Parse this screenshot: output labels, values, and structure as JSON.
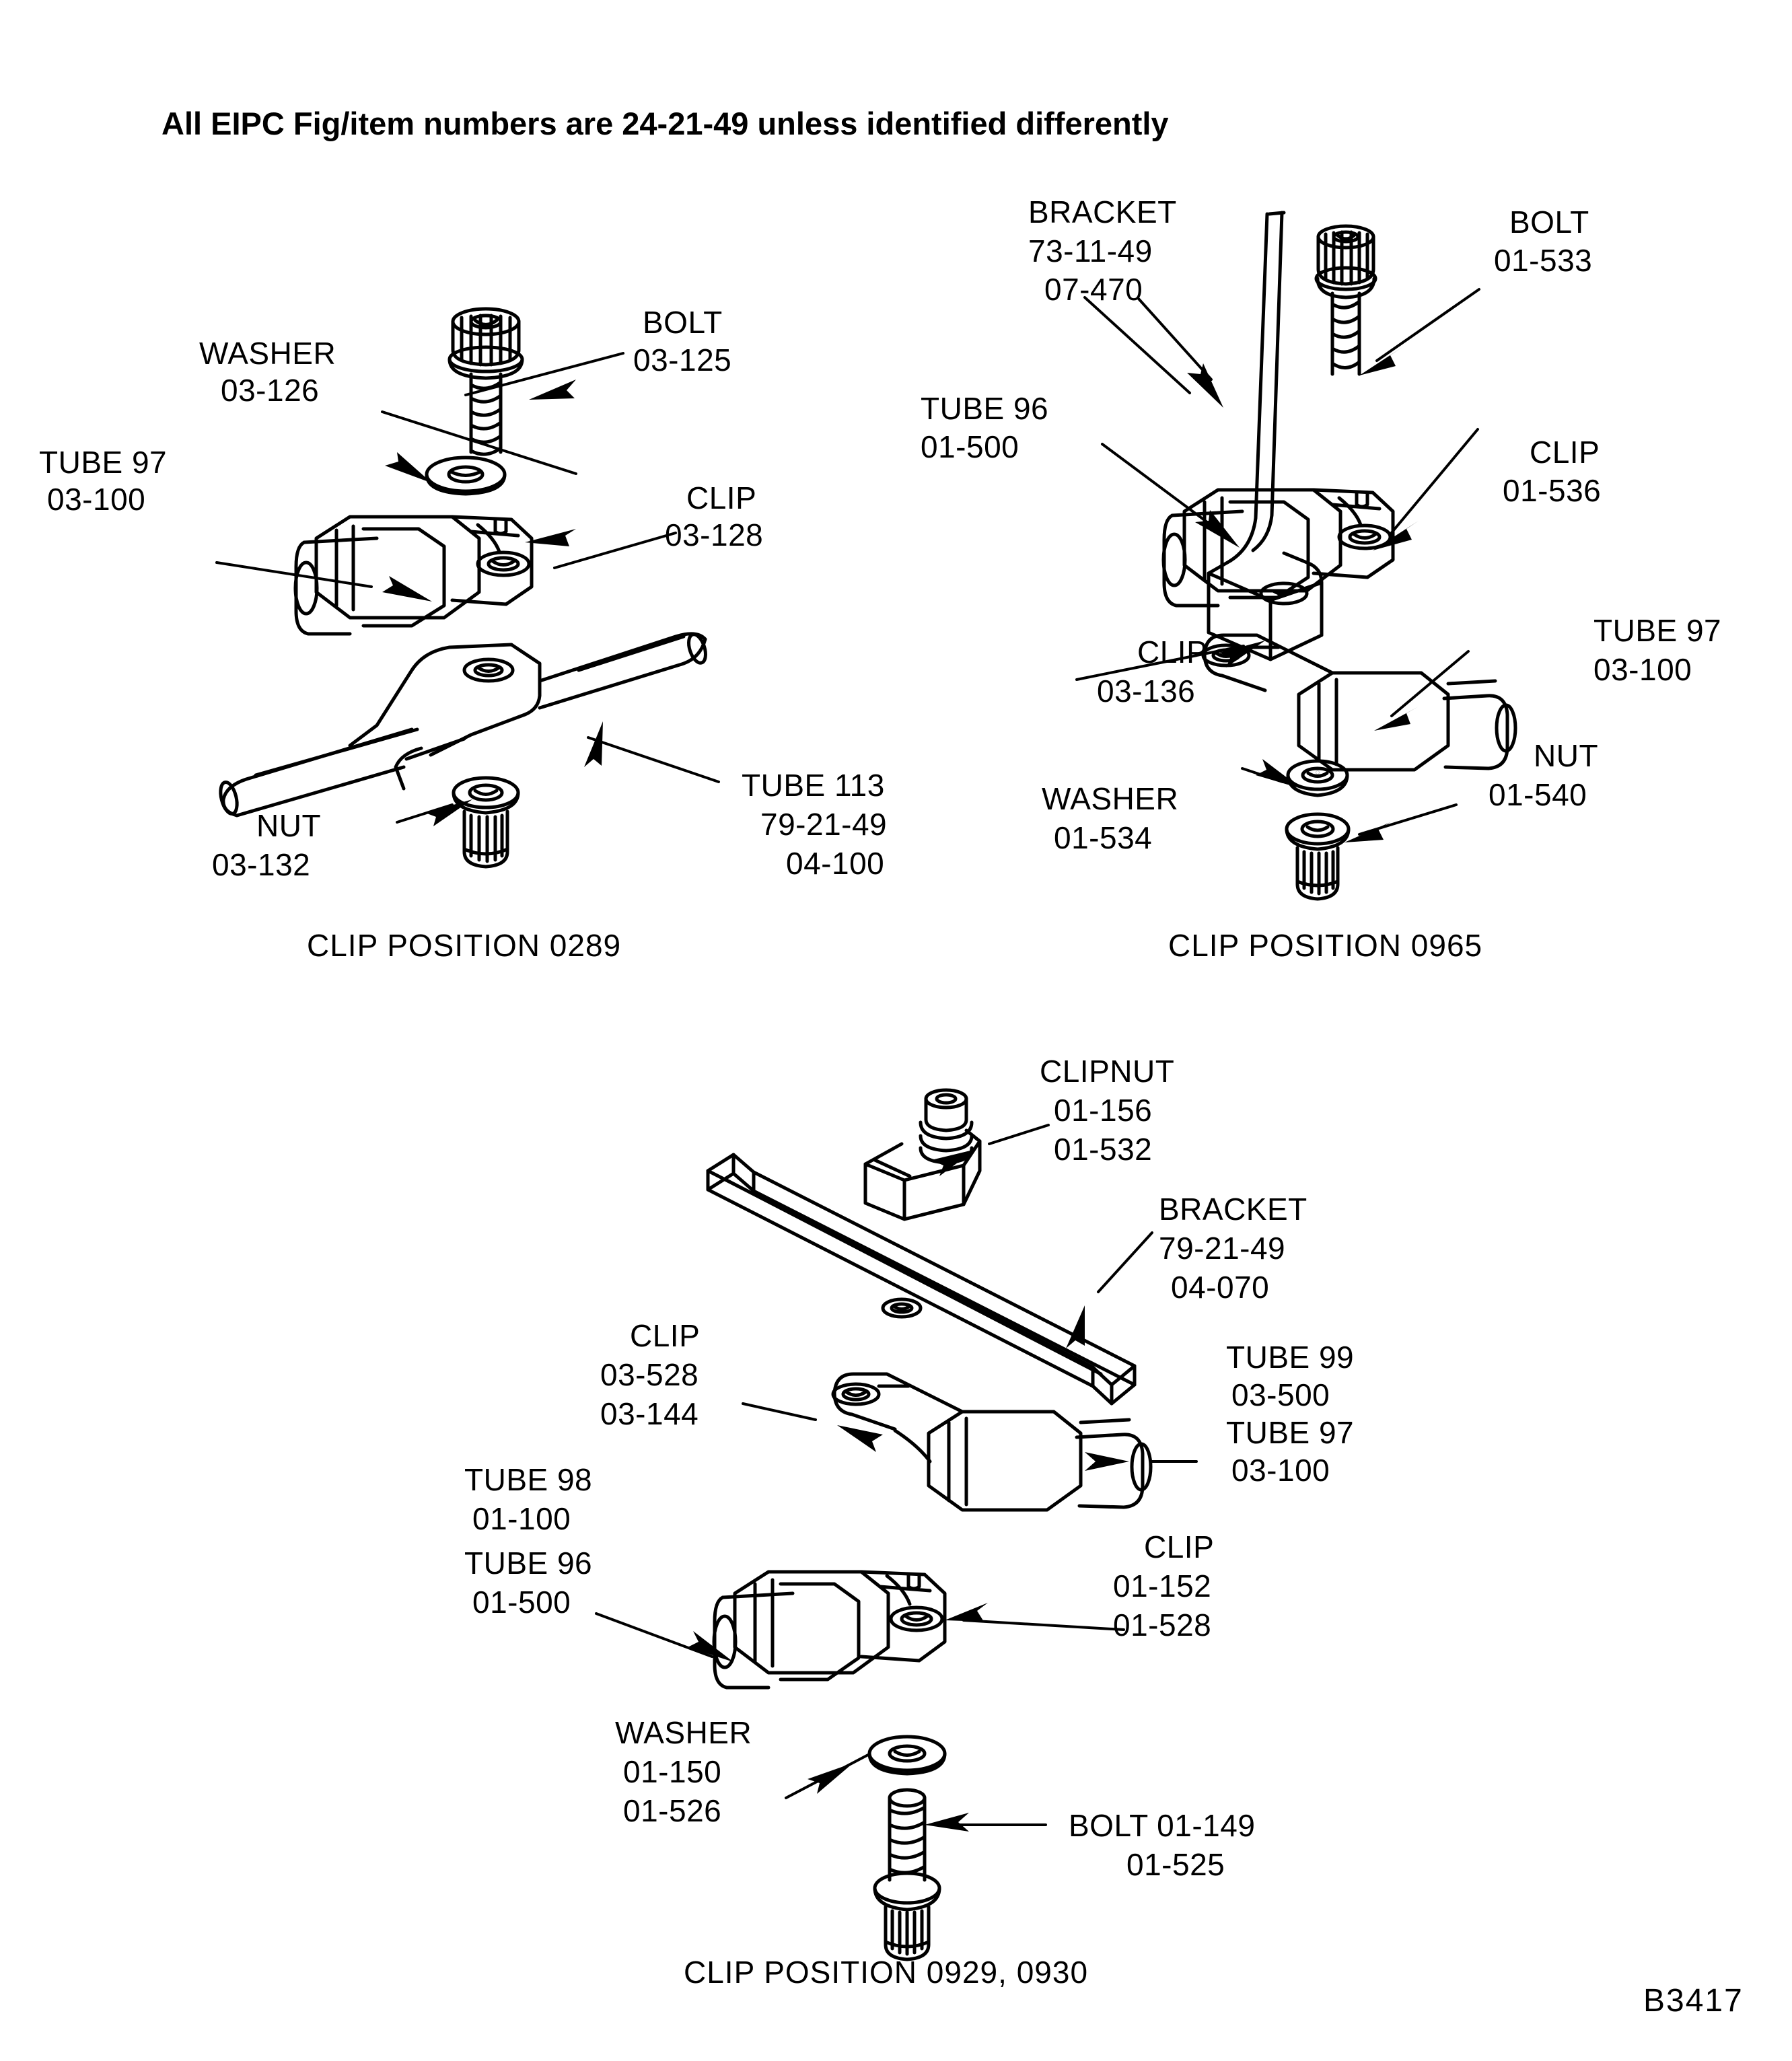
{
  "sheet": {
    "header_note": "All EIPC Fig/item numbers are 24-21-49 unless identified differently",
    "sheet_code": "B3417"
  },
  "diagrams": [
    {
      "id": "clip-position-0289",
      "caption": "CLIP POSITION 0289",
      "callouts": [
        {
          "name": "washer",
          "lines": [
            "WASHER",
            "03-126"
          ]
        },
        {
          "name": "bolt",
          "lines": [
            "BOLT",
            "03-125"
          ]
        },
        {
          "name": "tube-97",
          "lines": [
            "TUBE 97",
            "03-100"
          ]
        },
        {
          "name": "clip",
          "lines": [
            "CLIP",
            "03-128"
          ]
        },
        {
          "name": "nut",
          "lines": [
            "NUT",
            "03-132"
          ]
        },
        {
          "name": "tube-113",
          "lines": [
            "TUBE 113",
            "79-21-49",
            "04-100"
          ]
        }
      ]
    },
    {
      "id": "clip-position-0965",
      "caption": "CLIP POSITION 0965",
      "callouts": [
        {
          "name": "bracket",
          "lines": [
            "BRACKET",
            "73-11-49",
            "07-470"
          ]
        },
        {
          "name": "bolt",
          "lines": [
            "BOLT",
            "01-533"
          ]
        },
        {
          "name": "tube-96",
          "lines": [
            "TUBE 96",
            "01-500"
          ]
        },
        {
          "name": "clip-upper",
          "lines": [
            "CLIP",
            "01-536"
          ]
        },
        {
          "name": "clip-lower",
          "lines": [
            "CLIP",
            "03-136"
          ]
        },
        {
          "name": "tube-97",
          "lines": [
            "TUBE 97",
            "03-100"
          ]
        },
        {
          "name": "washer",
          "lines": [
            "WASHER",
            "01-534"
          ]
        },
        {
          "name": "nut",
          "lines": [
            "NUT",
            "01-540"
          ]
        }
      ]
    },
    {
      "id": "clip-position-0929-0930",
      "caption": "CLIP POSITION 0929, 0930",
      "callouts": [
        {
          "name": "clipnut",
          "lines": [
            "CLIPNUT",
            "01-156",
            "01-532"
          ]
        },
        {
          "name": "bracket",
          "lines": [
            "BRACKET",
            "79-21-49",
            "04-070"
          ]
        },
        {
          "name": "clip-upper",
          "lines": [
            "CLIP",
            "03-528",
            "03-144"
          ]
        },
        {
          "name": "tube-99-97",
          "lines": [
            "TUBE 99",
            "03-500",
            "TUBE 97",
            "03-100"
          ]
        },
        {
          "name": "tube-98",
          "lines": [
            "TUBE 98",
            "01-100"
          ]
        },
        {
          "name": "tube-96",
          "lines": [
            "TUBE 96",
            "01-500"
          ]
        },
        {
          "name": "clip-lower",
          "lines": [
            "CLIP",
            "01-152",
            "01-528"
          ]
        },
        {
          "name": "washer",
          "lines": [
            "WASHER",
            "01-150",
            "01-526"
          ]
        },
        {
          "name": "bolt",
          "lines": [
            "BOLT 01-149",
            "01-525"
          ]
        }
      ]
    }
  ],
  "labels": {
    "d1_washer_l1": "WASHER",
    "d1_washer_l2": "03-126",
    "d1_bolt_l1": "BOLT",
    "d1_bolt_l2": "03-125",
    "d1_tube97_l1": "TUBE 97",
    "d1_tube97_l2": "03-100",
    "d1_clip_l1": "CLIP",
    "d1_clip_l2": "03-128",
    "d1_nut_l1": "NUT",
    "d1_nut_l2": "03-132",
    "d1_tube113_l1": "TUBE 113",
    "d1_tube113_l2": "79-21-49",
    "d1_tube113_l3": "04-100",
    "d1_caption": "CLIP POSITION 0289",
    "d2_bracket_l1": "BRACKET",
    "d2_bracket_l2": "73-11-49",
    "d2_bracket_l3": "07-470",
    "d2_bolt_l1": "BOLT",
    "d2_bolt_l2": "01-533",
    "d2_tube96_l1": "TUBE 96",
    "d2_tube96_l2": "01-500",
    "d2_clipu_l1": "CLIP",
    "d2_clipu_l2": "01-536",
    "d2_clipl_l1": "CLIP",
    "d2_clipl_l2": "03-136",
    "d2_tube97_l1": "TUBE 97",
    "d2_tube97_l2": "03-100",
    "d2_washer_l1": "WASHER",
    "d2_washer_l2": "01-534",
    "d2_nut_l1": "NUT",
    "d2_nut_l2": "01-540",
    "d2_caption": "CLIP POSITION 0965",
    "d3_clipnut_l1": "CLIPNUT",
    "d3_clipnut_l2": "01-156",
    "d3_clipnut_l3": "01-532",
    "d3_bracket_l1": "BRACKET",
    "d3_bracket_l2": "79-21-49",
    "d3_bracket_l3": "04-070",
    "d3_clipu_l1": "CLIP",
    "d3_clipu_l2": "03-528",
    "d3_clipu_l3": "03-144",
    "d3_tube99_l1": "TUBE 99",
    "d3_tube99_l2": "03-500",
    "d3_tube97_l1": "TUBE 97",
    "d3_tube97_l2": "03-100",
    "d3_tube98_l1": "TUBE 98",
    "d3_tube98_l2": "01-100",
    "d3_tube96_l1": "TUBE 96",
    "d3_tube96_l2": "01-500",
    "d3_clipl_l1": "CLIP",
    "d3_clipl_l2": "01-152",
    "d3_clipl_l3": "01-528",
    "d3_washer_l1": "WASHER",
    "d3_washer_l2": "01-150",
    "d3_washer_l3": "01-526",
    "d3_bolt_l1": "BOLT 01-149",
    "d3_bolt_l2": "01-525",
    "d3_caption": "CLIP POSITION 0929, 0930"
  },
  "style": {
    "ink": "#000000",
    "paper": "#ffffff"
  }
}
